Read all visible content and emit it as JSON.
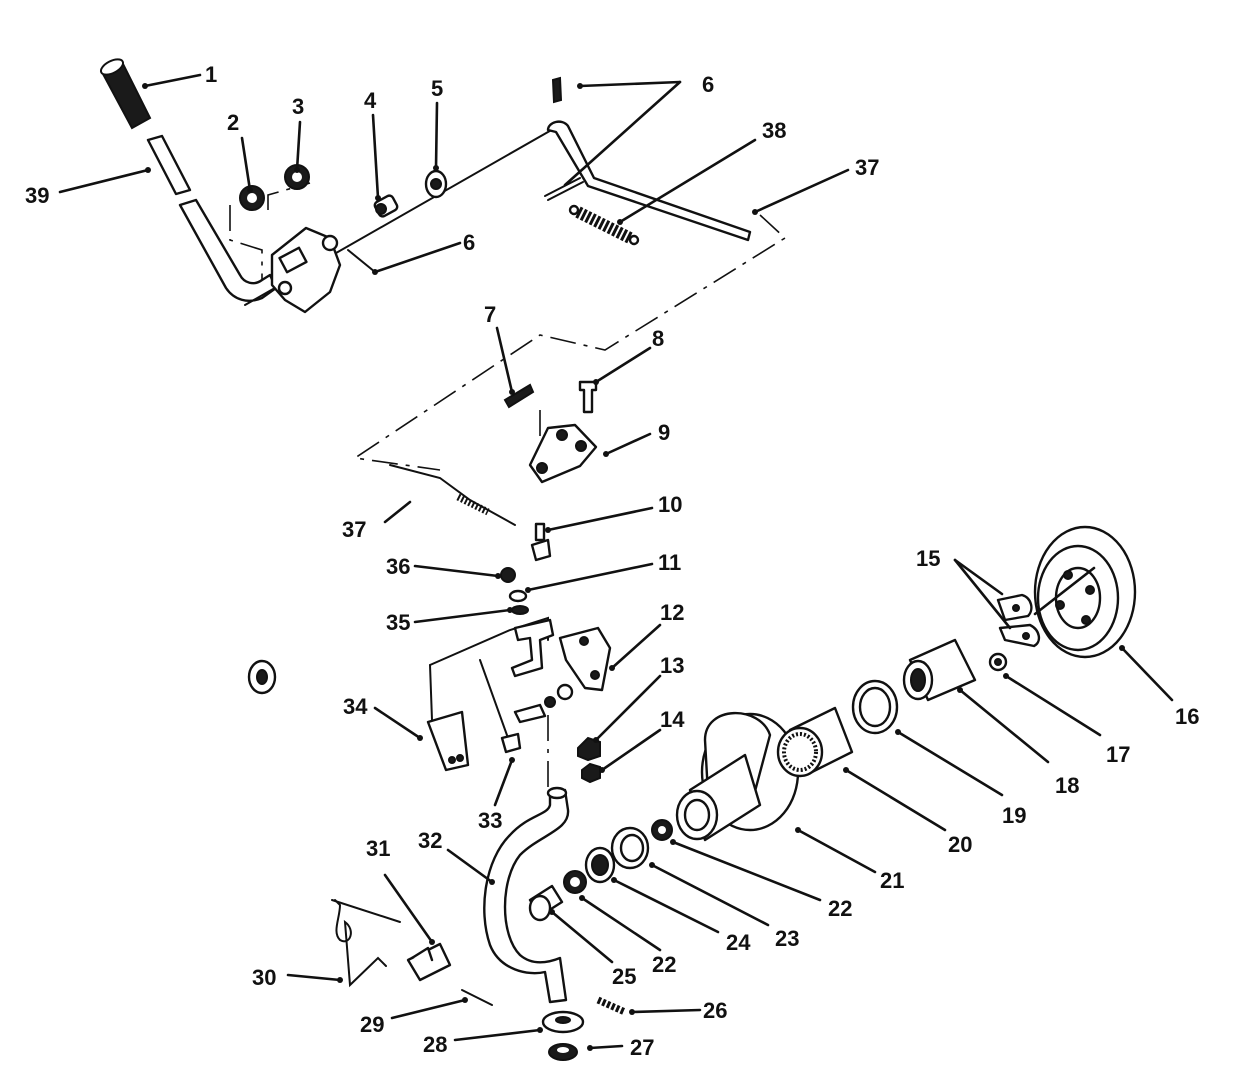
{
  "callouts": {
    "c1": "1",
    "c2": "2",
    "c3": "3",
    "c4": "4",
    "c5": "5",
    "c6a": "6",
    "c6b": "6",
    "c7": "7",
    "c8": "8",
    "c9": "9",
    "c10": "10",
    "c11": "11",
    "c12": "12",
    "c13": "13",
    "c14": "14",
    "c15": "15",
    "c16": "16",
    "c17": "17",
    "c18": "18",
    "c19": "19",
    "c20": "20",
    "c21": "21",
    "c22a": "22",
    "c22b": "22",
    "c23": "23",
    "c24": "24",
    "c25": "25",
    "c26": "26",
    "c27": "27",
    "c28": "28",
    "c29": "29",
    "c30": "30",
    "c31": "31",
    "c32": "32",
    "c33": "33",
    "c34": "34",
    "c35": "35",
    "c36": "36",
    "c37a": "37",
    "c37b": "37",
    "c38": "38",
    "c39": "39"
  }
}
